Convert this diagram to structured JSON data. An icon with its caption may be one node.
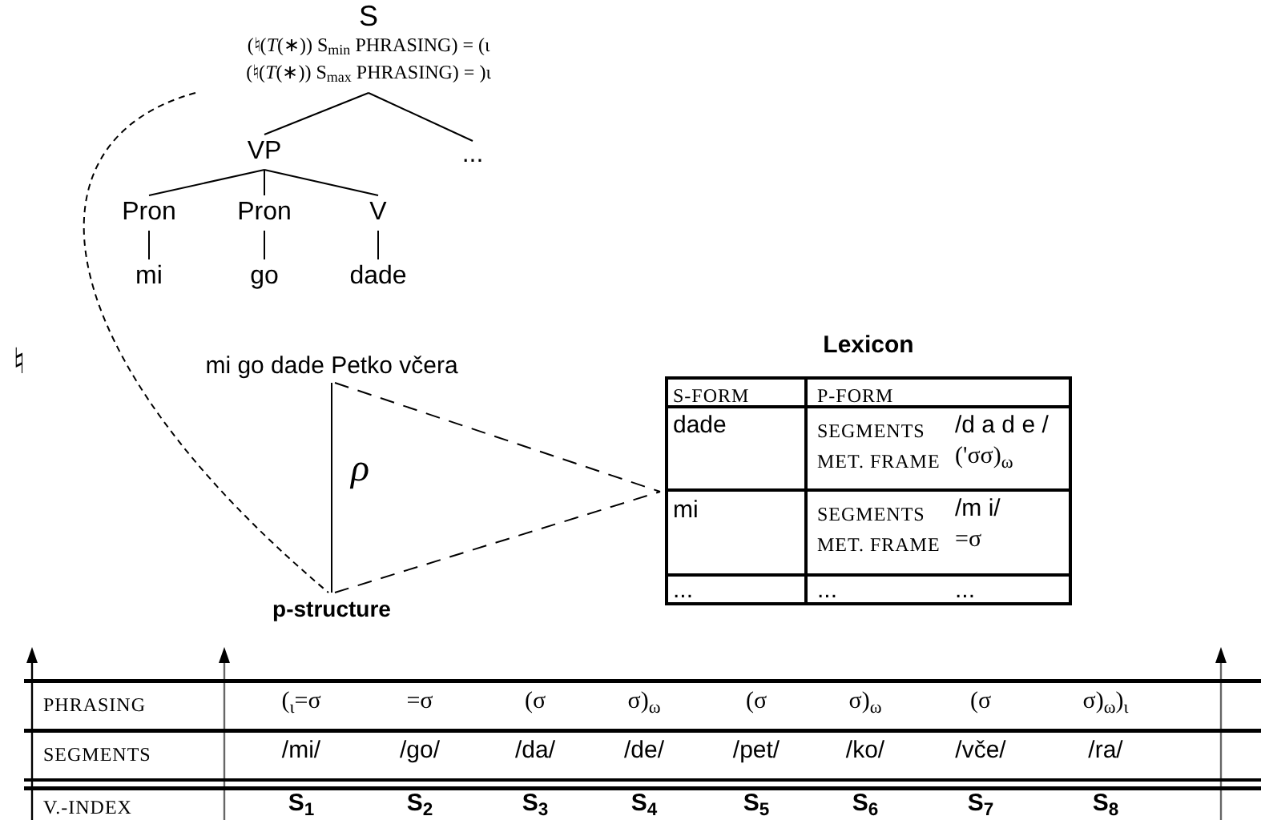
{
  "diagram": {
    "nodes": [
      {
        "text": [
          "S",
          "(♮(*T*(∗)) S$_{min}$ PHRASING) = (ι",
          "(♮(*T*(∗)) S$_{max}$ PHRASING) = )ι"
        ]
      },
      {
        "text": [
          "VP"
        ]
      },
      {
        "text": [
          "..."
        ]
      },
      {
        "text": [
          "Pron"
        ]
      },
      {
        "text": [
          "Pron"
        ]
      },
      {
        "text": [
          "V"
        ]
      },
      {
        "text": [
          "mi"
        ]
      },
      {
        "text": [
          "go"
        ]
      },
      {
        "text": [
          "dade"
        ]
      },
      {
        "text": [
          "mi go dade Petko včera"
        ]
      },
      {
        "text": [
          "p-structure"
        ]
      },
      {
        "text": [
          "Lexicon"
        ]
      }
    ],
    "edges": [
      {
        "from": 0,
        "to": 1,
        "arrow": "none"
      },
      {
        "from": 0,
        "to": 2,
        "arrow": "none"
      },
      {
        "from": 1,
        "to": 3,
        "arrow": "none"
      },
      {
        "from": 1,
        "to": 4,
        "arrow": "none"
      },
      {
        "from": 1,
        "to": 5,
        "arrow": "none"
      },
      {
        "from": 3,
        "to": 6,
        "arrow": "none"
      },
      {
        "from": 4,
        "to": 7,
        "arrow": "none"
      },
      {
        "from": 5,
        "to": 8,
        "arrow": "none"
      },
      {
        "from": 0,
        "to": 10,
        "arrow": "none",
        "style": "dashed"
      },
      {
        "from": 9,
        "to": 10,
        "arrow": "none"
      },
      {
        "from": 9,
        "to": 11,
        "arrow": "none",
        "style": "dashed"
      },
      {
        "from": 10,
        "to": 11,
        "arrow": "none",
        "style": "dashed"
      }
    ],
    "labels": [
      "♮",
      "ρ",
      "S-FORM",
      "P-FORM",
      "dade",
      "SEGMENTS",
      "/d a d e /",
      "MET. FRAME",
      "('σσ)$_{ω}$",
      "mi",
      "SEGMENTS",
      "/m i/",
      "MET. FRAME",
      "=σ",
      "...",
      "...",
      "...",
      "PHRASING",
      "($_{ι}$=σ",
      "=σ",
      "(σ",
      "σ)$_{ω}$",
      "(σ",
      "σ)$_{ω}$",
      "(σ",
      "σ)$_{ω}$)$_{ι}$",
      "SEGMENTS",
      "/mi/",
      "/go/",
      "/da/",
      "/de/",
      "/pet/",
      "/ko/",
      "/vče/",
      "/ra/",
      "V.-INDEX",
      "S$_{1}$",
      "S$_{2}$",
      "S$_{3}$",
      "S$_{4}$",
      "S$_{5}$",
      "S$_{6}$",
      "S$_{7}$",
      "S$_{8}$"
    ]
  }
}
